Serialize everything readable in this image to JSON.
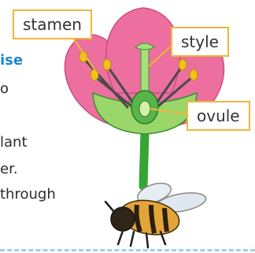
{
  "text_fragments": {
    "heading": "ise",
    "line1": "o",
    "line2": "lant",
    "line3": "er.",
    "line4": "through"
  },
  "labels": {
    "stamen": "stamen",
    "style": "style",
    "ovule": "ovule"
  },
  "colors": {
    "petal": "#ec6fa0",
    "stem": "#35a535",
    "label_border": "#f0b63a",
    "heading_text": "#1e88c8"
  }
}
